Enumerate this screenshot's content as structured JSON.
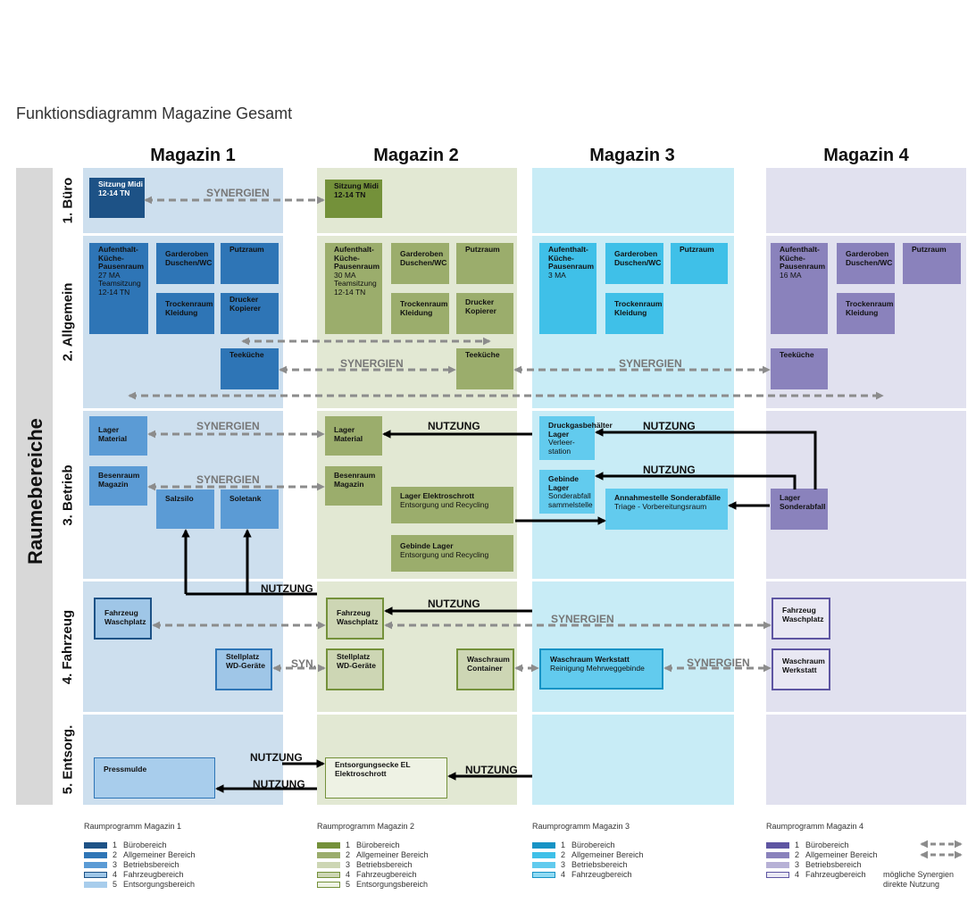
{
  "title": "Funktionsdiagramm Magazine Gesamt",
  "side_label": "Raumebereiche",
  "magazines": [
    "Magazin 1",
    "Magazin 2",
    "Magazin 3",
    "Magazin 4"
  ],
  "rows": [
    "1. Büro",
    "2. Allgemein",
    "3. Betrieb",
    "4. Fahrzeug",
    "5. Entsorg."
  ],
  "colors": {
    "m1_bg": "#cddfee",
    "m2_bg": "#e2e8d3",
    "m3_bg": "#c8ecf6",
    "m4_bg": "#e1e1ef",
    "m1_dark": "#1d5286",
    "m1_mid": "#2e75b6",
    "m1_light": "#5b9bd5",
    "m2_dark": "#74913a",
    "m2_mid": "#9bad6c",
    "m3_mid": "#3fc0e8",
    "m3_light": "#62cbee",
    "m4_mid": "#8a82bc",
    "arrow_grey": "#8c8c8c",
    "arrow_black": "#000000"
  },
  "boxes": {
    "m1_sitzung": {
      "title": "Sitzung Midi 12-14 TN"
    },
    "m2_sitzung": {
      "title": "Sitzung Midi 12-14 TN"
    },
    "m1_aufenthalt": {
      "title": "Aufenthalt-Küche-Pausenraum",
      "sub": "27 MA Teamsitzung 12-14 TN"
    },
    "m1_garderoben": {
      "title": "Garderoben Duschen/WC"
    },
    "m1_putzraum": {
      "title": "Putzraum"
    },
    "m1_trockenraum": {
      "title": "Trockenraum Kleidung"
    },
    "m1_drucker": {
      "title": "Drucker Kopierer"
    },
    "m1_teekueche": {
      "title": "Teeküche"
    },
    "m2_aufenthalt": {
      "title": "Aufenthalt-Küche-Pausenraum",
      "sub": "30 MA Teamsitzung 12-14 TN"
    },
    "m2_garderoben": {
      "title": "Garderoben Duschen/WC"
    },
    "m2_putzraum": {
      "title": "Putzraum"
    },
    "m2_trockenraum": {
      "title": "Trockenraum Kleidung"
    },
    "m2_drucker": {
      "title": "Drucker Kopierer"
    },
    "m2_teekueche": {
      "title": "Teeküche"
    },
    "m3_aufenthalt": {
      "title": "Aufenthalt-Küche-Pausenraum",
      "sub": "3 MA"
    },
    "m3_garderoben": {
      "title": "Garderoben Duschen/WC"
    },
    "m3_putzraum": {
      "title": "Putzraum"
    },
    "m3_trockenraum": {
      "title": "Trockenraum Kleidung"
    },
    "m4_aufenthalt": {
      "title": "Aufenthalt-Küche-Pausenraum",
      "sub": "16 MA"
    },
    "m4_garderoben": {
      "title": "Garderoben Duschen/WC"
    },
    "m4_putzraum": {
      "title": "Putzraum"
    },
    "m4_trockenraum": {
      "title": "Trockenraum Kleidung"
    },
    "m4_teekueche": {
      "title": "Teeküche"
    },
    "m1_lager": {
      "title": "Lager Material"
    },
    "m1_besenraum": {
      "title": "Besenraum Magazin"
    },
    "m1_salzsilo": {
      "title": "Salzsilo"
    },
    "m1_soletank": {
      "title": "Soletank"
    },
    "m2_lager": {
      "title": "Lager Material"
    },
    "m2_besenraum": {
      "title": "Besenraum Magazin"
    },
    "m2_elektroschrott": {
      "title": "Lager Elektroschrott",
      "sub": "Entsorgung und Recycling"
    },
    "m2_gebinde": {
      "title": "Gebinde Lager",
      "sub": "Entsorgung und Recycling"
    },
    "m3_druckgas": {
      "title": "Druckgasbehälter Lager",
      "sub": "Verleer-station"
    },
    "m3_gebinde": {
      "title": "Gebinde Lager",
      "sub": "Sonderabfall sammelstelle"
    },
    "m3_annahme": {
      "title": "Annahmestelle Sonderabfälle",
      "sub": "Triage - Vorbereitungsraum"
    },
    "m4_lager_sonder": {
      "title": "Lager Sonderabfall"
    },
    "m1_fahrzeug": {
      "title": "Fahrzeug Waschplatz"
    },
    "m1_stellplatz": {
      "title": "Stellplatz WD-Geräte"
    },
    "m2_fahrzeug": {
      "title": "Fahrzeug Waschplatz"
    },
    "m2_stellplatz": {
      "title": "Stellplatz WD-Geräte"
    },
    "m2_waschraum": {
      "title": "Waschraum Container"
    },
    "m3_waschraum": {
      "title": "Waschraum Werkstatt",
      "sub": "Reinigung Mehrweggebinde"
    },
    "m4_fahrzeug": {
      "title": "Fahrzeug Waschplatz"
    },
    "m4_waschraum": {
      "title": "Waschraum Werkstatt"
    },
    "m1_pressmulde": {
      "title": "Pressmulde"
    },
    "m2_entsorgung": {
      "title": "Entsorgungsecke EL Elektroschrott"
    }
  },
  "arrow_labels": {
    "synergien": "SYNERGIEN",
    "nutzung": "NUTZUNG",
    "syn": "SYN."
  },
  "legend": {
    "m1": {
      "title": "Raumprogramm Magazin 1",
      "items": [
        [
          "1",
          "Bürobereich"
        ],
        [
          "2",
          "Allgemeiner Bereich"
        ],
        [
          "3",
          "Betriebsbereich"
        ],
        [
          "4",
          "Fahrzeugbereich"
        ],
        [
          "5",
          "Entsorgungsbereich"
        ]
      ]
    },
    "m2": {
      "title": "Raumprogramm Magazin 2",
      "items": [
        [
          "1",
          "Bürobereich"
        ],
        [
          "2",
          "Allgemeiner Bereich"
        ],
        [
          "3",
          "Betriebsbereich"
        ],
        [
          "4",
          "Fahrzeugbereich"
        ],
        [
          "5",
          "Entsorgungsbereich"
        ]
      ]
    },
    "m3": {
      "title": "Raumprogramm Magazin 3",
      "items": [
        [
          "1",
          "Bürobereich"
        ],
        [
          "2",
          "Allgemeiner Bereich"
        ],
        [
          "3",
          "Betriebsbereich"
        ],
        [
          "4",
          "Fahrzeugbereich"
        ]
      ]
    },
    "m4": {
      "title": "Raumprogramm Magazin 4",
      "items": [
        [
          "1",
          "Bürobereich"
        ],
        [
          "2",
          "Allgemeiner Bereich"
        ],
        [
          "3",
          "Betriebsbereich"
        ],
        [
          "4",
          "Fahrzeugbereich"
        ]
      ]
    },
    "key_synergy": "mögliche Synergien",
    "key_use": "direkte Nutzung"
  }
}
